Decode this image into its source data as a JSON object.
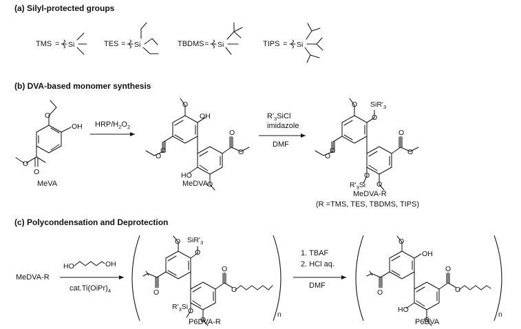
{
  "sections": [
    {
      "id": "a",
      "heading": "(a) Silyl-protected groups"
    },
    {
      "id": "b",
      "heading": "(b) DVA-based monomer synthesis"
    },
    {
      "id": "c",
      "heading": "(c) Polycondensation and Deprotection"
    }
  ],
  "silyl_groups": [
    {
      "abbr": "TMS",
      "eq": "="
    },
    {
      "abbr": "TES",
      "eq": "="
    },
    {
      "abbr": "TBDMS",
      "eq": "="
    },
    {
      "abbr": "TIPS",
      "eq": "="
    }
  ],
  "atoms": {
    "Si": "Si",
    "OH": "OH",
    "HO": "HO",
    "O": "O",
    "SiRprime": "SiR'",
    "sub3": "3",
    "RprimeSi": "R'",
    "Si_tail": "Si",
    "n": "n"
  },
  "compounds": {
    "mevA": "MeVA",
    "medva": "MeDVA",
    "medva_r": "MeDVA-R",
    "medva_r_note": "(R =TMS, TES, TBDMS, TIPS)",
    "medva_r_reactant": "MeDVA-R",
    "p6dva_r": "P6DVA-R",
    "p6dva": "P6DVA"
  },
  "reagents": {
    "step1": {
      "main": "HRP/H",
      "sub1": "2",
      "mid": "O",
      "sub2": "2"
    },
    "step2_top1": "R'",
    "step2_top1_sub": "3",
    "step2_top1_tail": "SiCl",
    "step2_top2": "imidazole",
    "step2_bottom": "DMF",
    "step3_diol": "HO",
    "step3_diol_end": "OH",
    "step3_cat": "cat.Ti(OiPr)",
    "step3_cat_sub": "4",
    "step4_line1": "1. TBAF",
    "step4_line2": "2. HCl aq.",
    "step4_bottom": "DMF"
  }
}
